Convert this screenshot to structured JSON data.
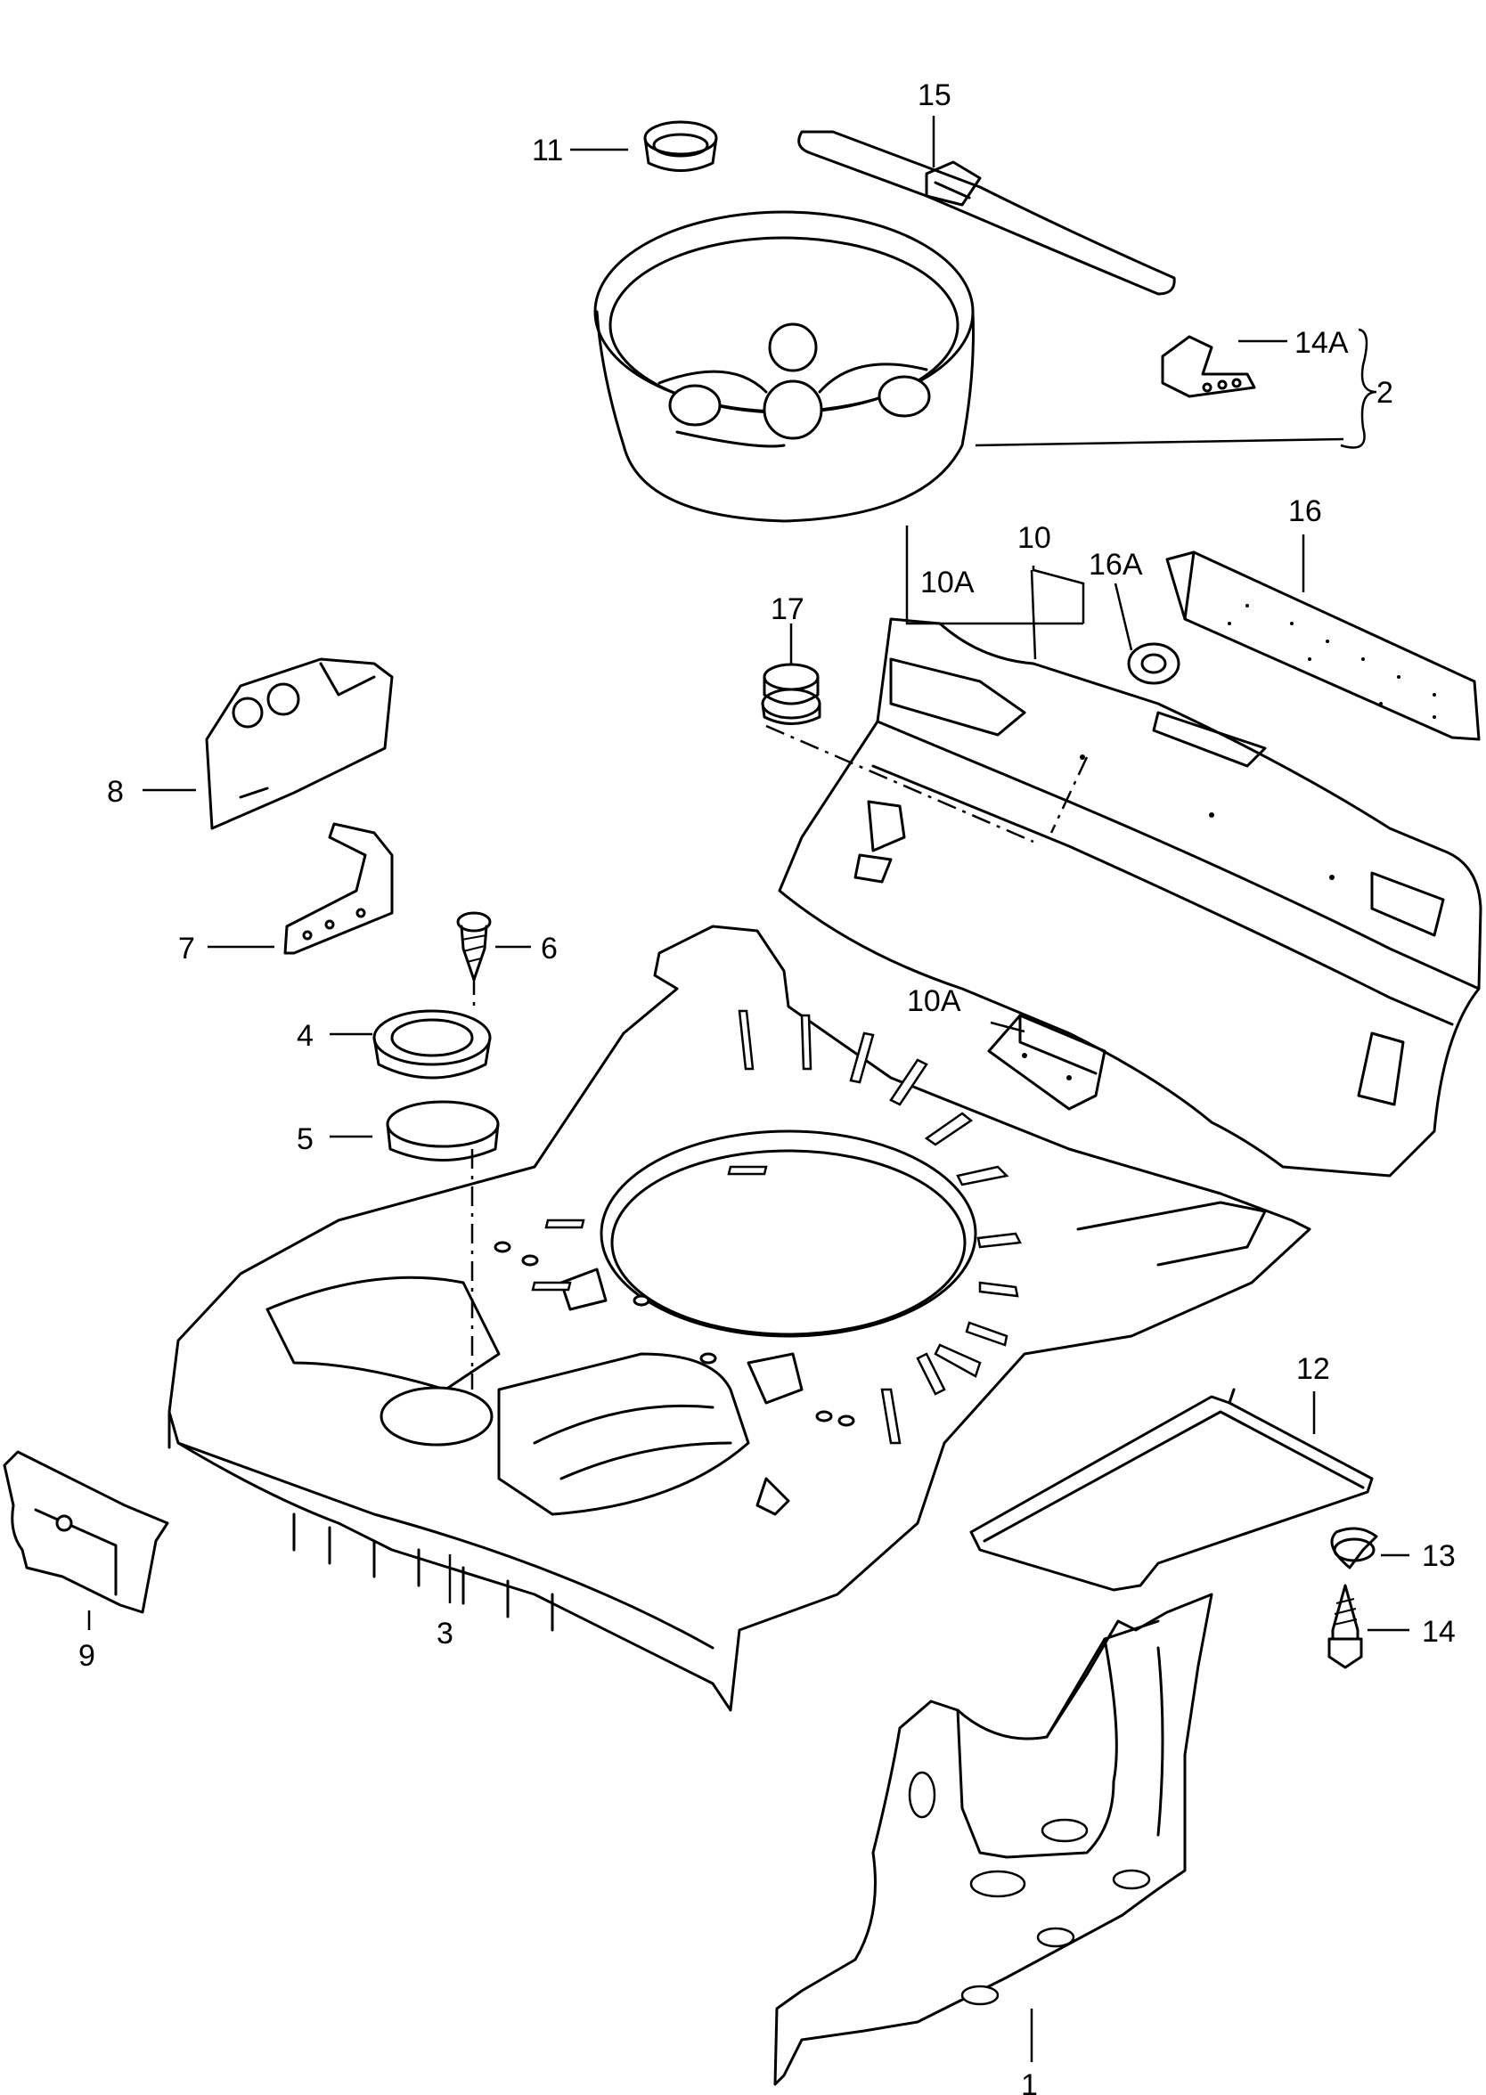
{
  "callouts": {
    "c1": "1",
    "c2": "2",
    "c3": "3",
    "c4": "4",
    "c5": "5",
    "c6": "6",
    "c7": "7",
    "c8": "8",
    "c9": "9",
    "c10": "10",
    "c10a_top": "10A",
    "c10a_mid": "10A",
    "c11": "11",
    "c12": "12",
    "c13": "13",
    "c14": "14",
    "c14a": "14A",
    "c15": "15",
    "c16": "16",
    "c16a": "16A",
    "c17": "17"
  }
}
